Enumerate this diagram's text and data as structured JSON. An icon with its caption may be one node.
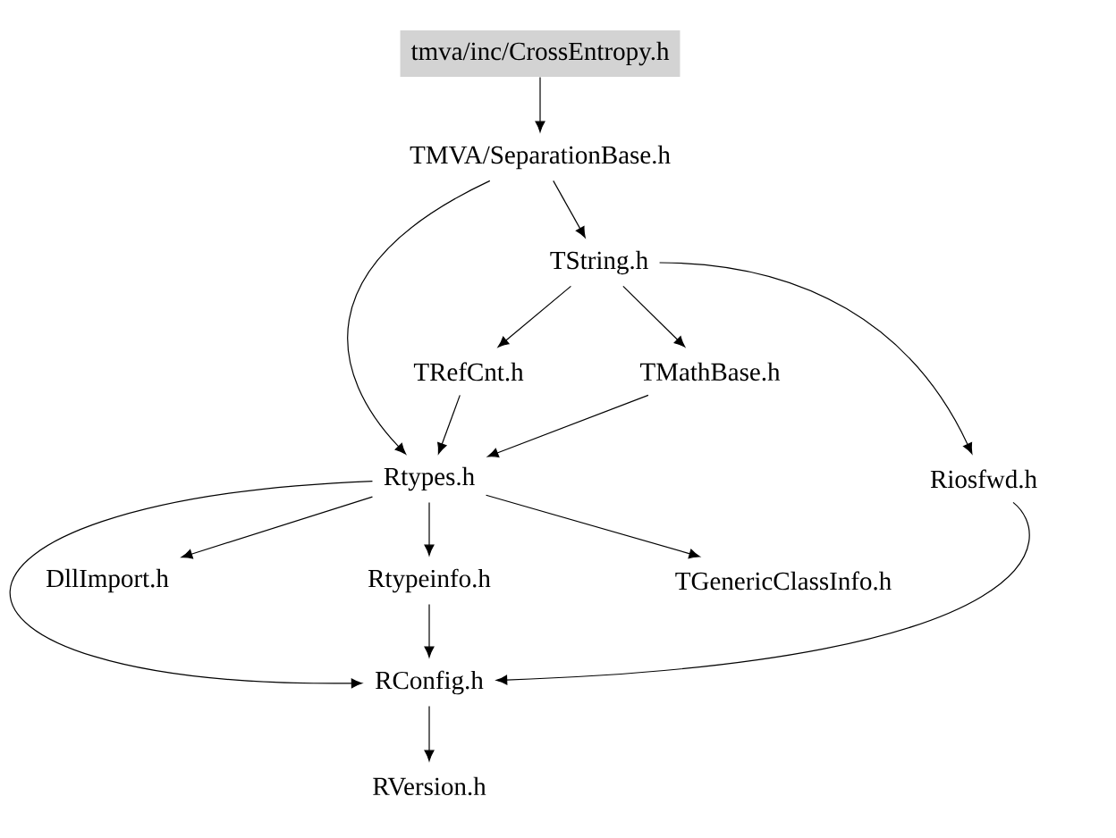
{
  "diagram": {
    "nodes": [
      {
        "text": [
          "tmva/inc/CrossEntropy.h"
        ]
      },
      {
        "text": [
          "TMVA/SeparationBase.h"
        ]
      },
      {
        "text": [
          "TString.h"
        ]
      },
      {
        "text": [
          "TRefCnt.h"
        ]
      },
      {
        "text": [
          "TMathBase.h"
        ]
      },
      {
        "text": [
          "Rtypes.h"
        ]
      },
      {
        "text": [
          "Riosfwd.h"
        ]
      },
      {
        "text": [
          "DllImport.h"
        ]
      },
      {
        "text": [
          "Rtypeinfo.h"
        ]
      },
      {
        "text": [
          "TGenericClassInfo.h"
        ]
      },
      {
        "text": [
          "RConfig.h"
        ]
      },
      {
        "text": [
          "RVersion.h"
        ]
      }
    ],
    "edges": [
      {
        "from": 0,
        "to": 1,
        "arrow": "to"
      },
      {
        "from": 1,
        "to": 2,
        "arrow": "to"
      },
      {
        "from": 1,
        "to": 5,
        "arrow": "to"
      },
      {
        "from": 2,
        "to": 3,
        "arrow": "to"
      },
      {
        "from": 2,
        "to": 4,
        "arrow": "to"
      },
      {
        "from": 2,
        "to": 6,
        "arrow": "to"
      },
      {
        "from": 3,
        "to": 5,
        "arrow": "to"
      },
      {
        "from": 4,
        "to": 5,
        "arrow": "to"
      },
      {
        "from": 5,
        "to": 7,
        "arrow": "to"
      },
      {
        "from": 5,
        "to": 8,
        "arrow": "to"
      },
      {
        "from": 5,
        "to": 9,
        "arrow": "to"
      },
      {
        "from": 5,
        "to": 10,
        "arrow": "to"
      },
      {
        "from": 8,
        "to": 10,
        "arrow": "to"
      },
      {
        "from": 6,
        "to": 10,
        "arrow": "to"
      },
      {
        "from": 10,
        "to": 11,
        "arrow": "to"
      }
    ]
  }
}
